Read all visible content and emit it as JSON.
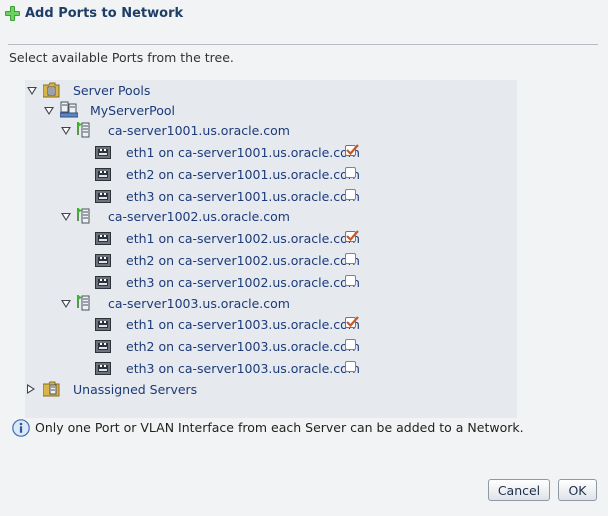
{
  "dialog": {
    "title": "Add Ports to Network",
    "instructions": "Select available Ports from the tree.",
    "info_message": "Only one Port or VLAN Interface from each Server can be added to a Network.",
    "buttons": {
      "cancel": "Cancel",
      "ok": "OK"
    }
  },
  "tree": {
    "root": "Server Pools",
    "pool": "MyServerPool",
    "servers": [
      {
        "name": "ca-server1001.us.oracle.com",
        "ports": [
          {
            "label": "eth1 on ca-server1001.us.oracle.com",
            "checked": true
          },
          {
            "label": "eth2 on ca-server1001.us.oracle.com",
            "checked": false
          },
          {
            "label": "eth3 on ca-server1001.us.oracle.com",
            "checked": false
          }
        ]
      },
      {
        "name": "ca-server1002.us.oracle.com",
        "ports": [
          {
            "label": "eth1 on ca-server1002.us.oracle.com",
            "checked": true
          },
          {
            "label": "eth2 on ca-server1002.us.oracle.com",
            "checked": false
          },
          {
            "label": "eth3 on ca-server1002.us.oracle.com",
            "checked": false
          }
        ]
      },
      {
        "name": "ca-server1003.us.oracle.com",
        "ports": [
          {
            "label": "eth1 on ca-server1003.us.oracle.com",
            "checked": true
          },
          {
            "label": "eth2 on ca-server1003.us.oracle.com",
            "checked": false
          },
          {
            "label": "eth3 on ca-server1003.us.oracle.com",
            "checked": false
          }
        ]
      }
    ],
    "unassigned": "Unassigned Servers"
  },
  "colors": {
    "title": "#1e3e66",
    "link": "#1c3b7a",
    "panel": "#e6e9ed",
    "check": "#c25a2a"
  }
}
